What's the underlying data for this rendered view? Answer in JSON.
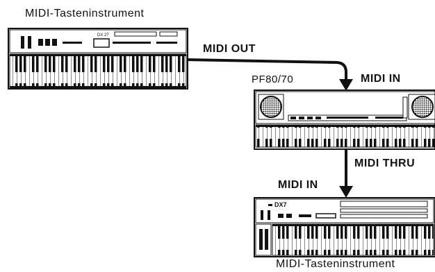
{
  "labels": {
    "top_keyboard": "MIDI-Tasteninstrument",
    "midi_out": "MIDI OUT",
    "pf_model": "PF80/70",
    "midi_in_top": "MIDI IN",
    "midi_thru": "MIDI THRU",
    "midi_in_bottom": "MIDI IN",
    "bottom_keyboard": "MIDI-Tasteninstrument",
    "dx_badge": "DX7"
  },
  "colors": {
    "ink": "#111111",
    "paper": "#ffffff"
  },
  "icons": [
    "midi-keyboard-icon",
    "digital-piano-icon",
    "dx7-synth-icon",
    "signal-arrow-icon"
  ]
}
